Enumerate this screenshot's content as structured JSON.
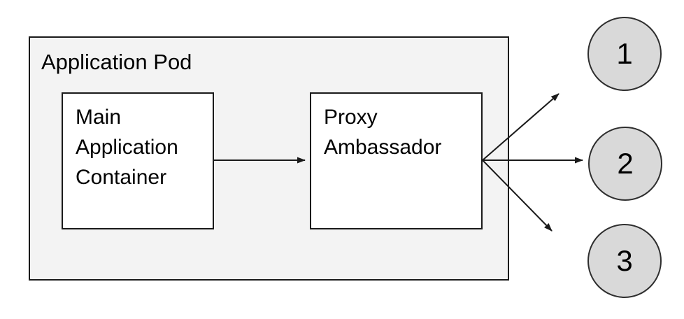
{
  "diagram": {
    "pod": {
      "label": "Application Pod"
    },
    "nodes": {
      "main": {
        "label": "Main Application Container"
      },
      "proxy": {
        "label": "Proxy Ambassador"
      }
    },
    "endpoints": [
      {
        "label": "1"
      },
      {
        "label": "2"
      },
      {
        "label": "3"
      }
    ],
    "edges": [
      {
        "from": "main-application-container",
        "to": "proxy-ambassador"
      },
      {
        "from": "proxy-ambassador",
        "to": "endpoint-1"
      },
      {
        "from": "proxy-ambassador",
        "to": "endpoint-2"
      },
      {
        "from": "proxy-ambassador",
        "to": "endpoint-3"
      }
    ],
    "colors": {
      "background": "#ffffff",
      "pod_fill": "#f3f3f3",
      "node_fill": "#ffffff",
      "endpoint_fill": "#d9d9d9",
      "stroke": "#1a1a1a",
      "text": "#000000"
    }
  }
}
